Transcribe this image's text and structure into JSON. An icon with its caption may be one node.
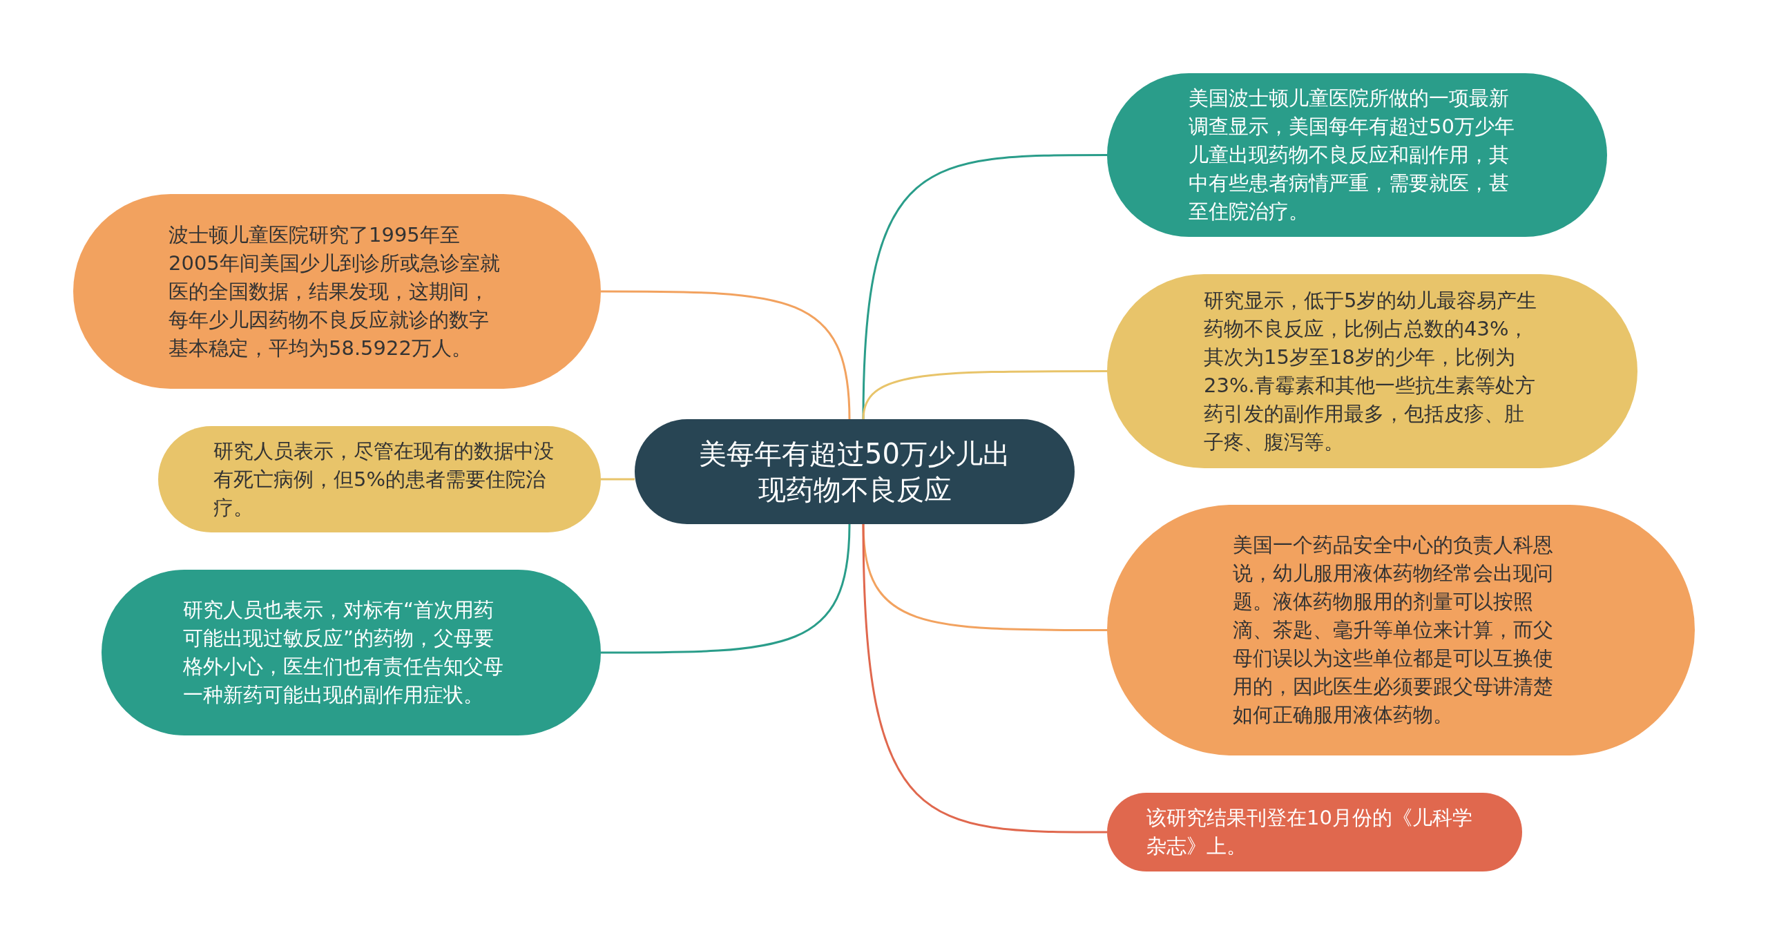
{
  "diagram": {
    "nodes": [
      {
        "text": [
          "美每年有超过50万少儿出现药物不良反应"
        ]
      },
      {
        "text": [
          "波士顿儿童医院研究了1995年至2005年间美国少儿到诊所或急诊室就医的全国数据，结果发现，这期间，每年少儿因药物不良反应就诊的数字基本稳定，平均为58.5922万人。"
        ]
      },
      {
        "text": [
          "研究人员表示，尽管在现有的数据中没有死亡病例，但5%的患者需要住院治疗。"
        ]
      },
      {
        "text": [
          "研究人员也表示，对标有“首次用药可能出现过敏反应”的药物，父母要格外小心，医生们也有责任告知父母一种新药可能出现的副作用症状。"
        ]
      },
      {
        "text": [
          "美国波士顿儿童医院所做的一项最新调查显示，美国每年有超过50万少年儿童出现药物不良反应和副作用，其中有些患者病情严重，需要就医，甚至住院治疗。"
        ]
      },
      {
        "text": [
          "研究显示，低于5岁的幼儿最容易产生药物不良反应，比例占总数的43%，其次为15岁至18岁的少年，比例为23%.青霉素和其他一些抗生素等处方药引发的副作用最多，包括皮疹、肚子疼、腹泻等。"
        ]
      },
      {
        "text": [
          "美国一个药品安全中心的负责人科恩说，幼儿服用液体药物经常会出现问题。液体药物服用的剂量可以按照滴、茶匙、毫升等单位来计算，而父母们误以为这些单位都是可以互换使用的，因此医生必须要跟父母讲清楚如何正确服用液体药物。"
        ]
      },
      {
        "text": [
          "该研究结果刊登在10月份的《儿科学杂志》上。"
        ]
      }
    ],
    "edges": [
      {
        "from": 0,
        "to": 1,
        "arrow": "none",
        "color": "#f2a25f"
      },
      {
        "from": 0,
        "to": 2,
        "arrow": "none",
        "color": "#e8c46a"
      },
      {
        "from": 0,
        "to": 3,
        "arrow": "none",
        "color": "#2a9d8a"
      },
      {
        "from": 0,
        "to": 4,
        "arrow": "none",
        "color": "#2a9d8a"
      },
      {
        "from": 0,
        "to": 5,
        "arrow": "none",
        "color": "#e8c46a"
      },
      {
        "from": 0,
        "to": 6,
        "arrow": "none",
        "color": "#f2a25f"
      },
      {
        "from": 0,
        "to": 7,
        "arrow": "none",
        "color": "#e0684e"
      }
    ]
  }
}
